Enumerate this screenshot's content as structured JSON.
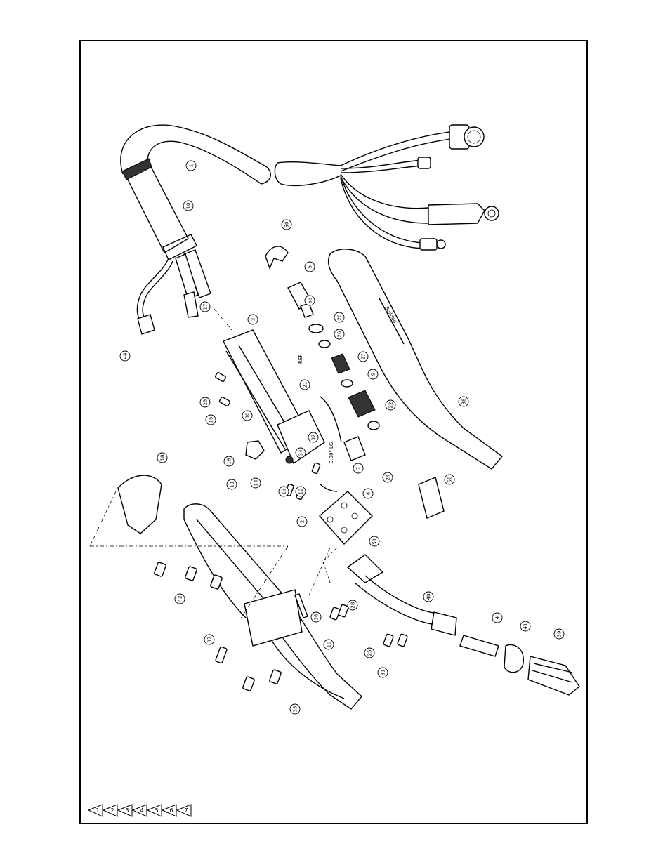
{
  "drawing": {
    "frame_color": "#000000",
    "background": "#ffffff",
    "brand_lettering": "Bulldog",
    "callouts": [
      "1",
      "10",
      "50",
      "5",
      "53",
      "20",
      "26",
      "27",
      "9",
      "22",
      "38",
      "3",
      "44",
      "17",
      "23",
      "15",
      "30",
      "16",
      "11",
      "14",
      "13",
      "12",
      "21",
      "2",
      "8",
      "7",
      "24",
      "51",
      "58",
      "40",
      "4",
      "41",
      "39",
      "42",
      "18",
      "37",
      "36",
      "28",
      "25",
      "19",
      "31",
      "35",
      "34",
      "32"
    ],
    "notes": [
      "REF",
      "3.00\" LG"
    ],
    "legend": [
      "1",
      "2",
      "3",
      "4",
      "5",
      "6",
      "7"
    ]
  }
}
